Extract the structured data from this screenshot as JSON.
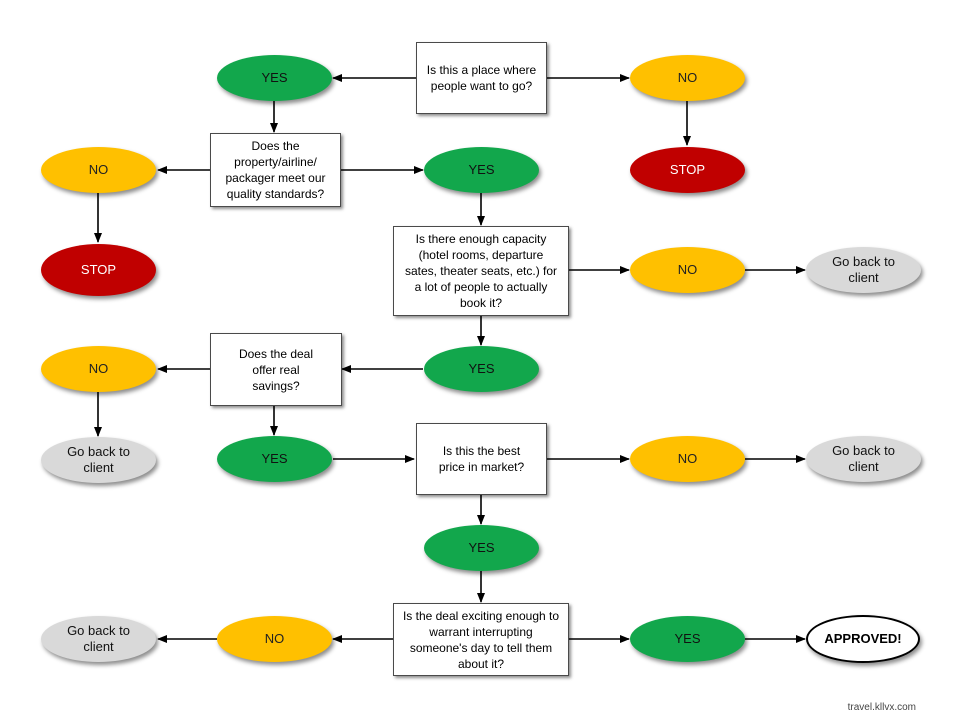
{
  "nodes": {
    "q1": "Is this a place where people want to go?",
    "q1_yes": "YES",
    "q1_no": "NO",
    "q1_stop": "STOP",
    "q2": "Does the property/airline/ packager meet our quality standards?",
    "q2_no": "NO",
    "q2_stop": "STOP",
    "q2_yes": "YES",
    "q3": "Is there enough capacity (hotel rooms, departure sates, theater seats, etc.) for a lot of people to actually book it?",
    "q3_no": "NO",
    "q3_back": "Go back to client",
    "q3_yes": "YES",
    "q4": "Does the deal offer real savings?",
    "q4_no": "NO",
    "q4_back": "Go back to client",
    "q4_yes": "YES",
    "q5": "Is this the best price in market?",
    "q5_no": "NO",
    "q5_back": "Go back to client",
    "q5_yes": "YES",
    "q6": "Is the deal exciting enough to warrant interrupting someone's day to tell them about it?",
    "q6_no": "NO",
    "q6_back": "Go back to client",
    "q6_yes": "YES",
    "approved": "APPROVED!"
  },
  "watermark": "travel.kllvx.com"
}
